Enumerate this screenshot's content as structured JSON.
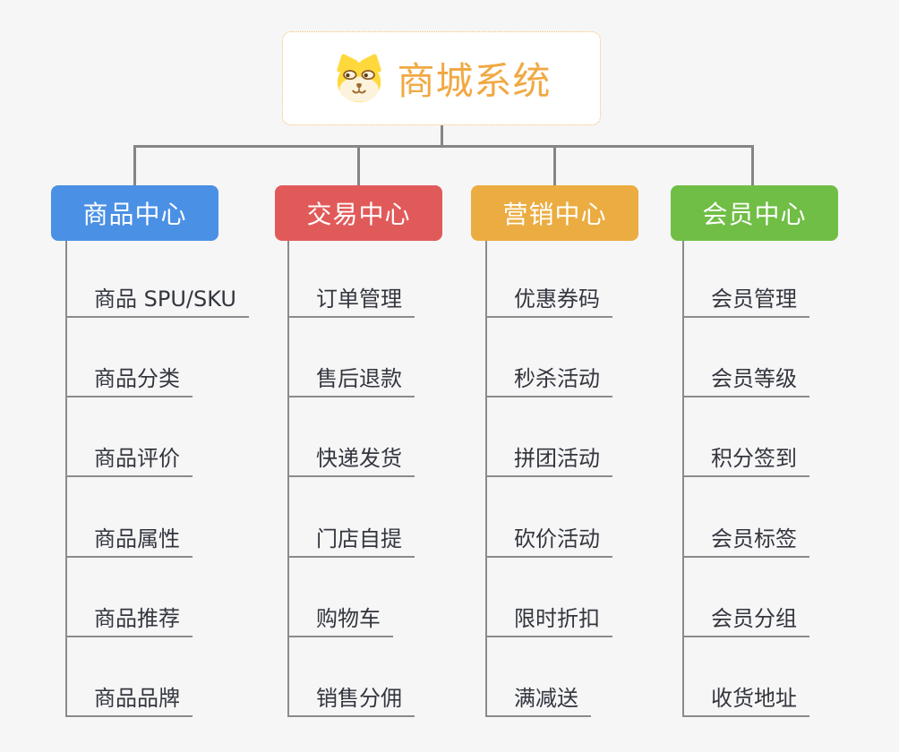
{
  "root": {
    "title": "商城系统",
    "icon": "dog-face-icon",
    "title_color": "#f0a943"
  },
  "branches": [
    {
      "label": "商品中心",
      "color": "#4a90e5",
      "items": [
        "商品 SPU/SKU",
        "商品分类",
        "商品评价",
        "商品属性",
        "商品推荐",
        "商品品牌"
      ]
    },
    {
      "label": "交易中心",
      "color": "#e15a5a",
      "items": [
        "订单管理",
        "售后退款",
        "快递发货",
        "门店自提",
        "购物车",
        "销售分佣"
      ]
    },
    {
      "label": "营销中心",
      "color": "#ebac41",
      "items": [
        "优惠券码",
        "秒杀活动",
        "拼团活动",
        "砍价活动",
        "限时折扣",
        "满减送"
      ]
    },
    {
      "label": "会员中心",
      "color": "#70be46",
      "items": [
        "会员管理",
        "会员等级",
        "积分签到",
        "会员标签",
        "会员分组",
        "收货地址"
      ]
    }
  ],
  "colors": {
    "background": "#f6f6f7",
    "connector": "#858585",
    "leaf_line": "#8b8b8b",
    "root_border": "#f2bd6b"
  }
}
